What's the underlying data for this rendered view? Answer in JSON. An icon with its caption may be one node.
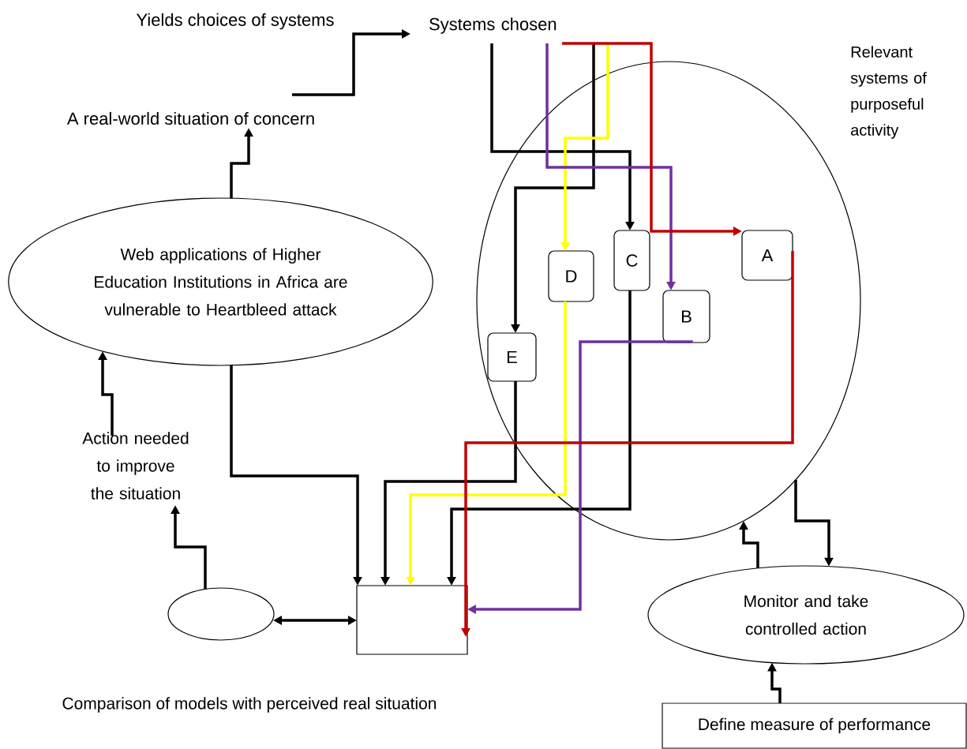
{
  "diagram": {
    "nodes": [
      {
        "text": [
          "Systems chosen"
        ]
      },
      {
        "text": [
          "A real-world situation of concern"
        ]
      },
      {
        "text": [
          "Web applications of Higher Education Institutions in Africa are vulnerable to Heartbleed attack"
        ]
      },
      {
        "text": [
          "Action needed to improve the situation"
        ]
      },
      {
        "text": [
          "Relevant systems of purposeful activity"
        ]
      },
      {
        "text": [
          "A"
        ],
        "in": 4
      },
      {
        "text": [
          "B"
        ],
        "in": 4
      },
      {
        "text": [
          "C"
        ],
        "in": 4
      },
      {
        "text": [
          "D"
        ],
        "in": 4
      },
      {
        "text": [
          "E"
        ],
        "in": 4
      },
      {
        "text": [],
        "shape": "ellipse"
      },
      {
        "text": [],
        "shape": "box"
      },
      {
        "text": [
          "Monitor and take controlled action"
        ]
      },
      {
        "text": [
          "Define measure of performance"
        ]
      }
    ],
    "edges": [
      {
        "from": 1,
        "to": 0,
        "arrow": "to"
      },
      {
        "from": 2,
        "to": 1,
        "arrow": "to"
      },
      {
        "from": 3,
        "to": 2,
        "arrow": "to"
      },
      {
        "from": 10,
        "to": 3,
        "arrow": "to"
      },
      {
        "from": 10,
        "to": 11,
        "arrow": "both"
      },
      {
        "from": 2,
        "to": 11,
        "arrow": "to"
      },
      {
        "from": 0,
        "to": 7,
        "arrow": "to"
      },
      {
        "from": 0,
        "to": 9,
        "arrow": "to"
      },
      {
        "from": 0,
        "to": 8,
        "arrow": "to",
        "color": "#ffff00"
      },
      {
        "from": 0,
        "to": 6,
        "arrow": "to",
        "color": "#7030a0"
      },
      {
        "from": 0,
        "to": 5,
        "arrow": "to",
        "color": "#c00000"
      },
      {
        "from": 9,
        "to": 11,
        "arrow": "to"
      },
      {
        "from": 8,
        "to": 11,
        "arrow": "to",
        "color": "#ffff00"
      },
      {
        "from": 7,
        "to": 11,
        "arrow": "to"
      },
      {
        "from": 6,
        "to": 11,
        "arrow": "to",
        "color": "#7030a0"
      },
      {
        "from": 5,
        "to": 11,
        "arrow": "to",
        "color": "#c00000"
      },
      {
        "from": 4,
        "to": 12,
        "arrow": "to"
      },
      {
        "from": 12,
        "to": 4,
        "arrow": "to"
      },
      {
        "from": 13,
        "to": 12,
        "arrow": "to"
      }
    ],
    "labels": [
      "Yields choices of systems",
      "Comparison of models with perceived real situation"
    ]
  }
}
